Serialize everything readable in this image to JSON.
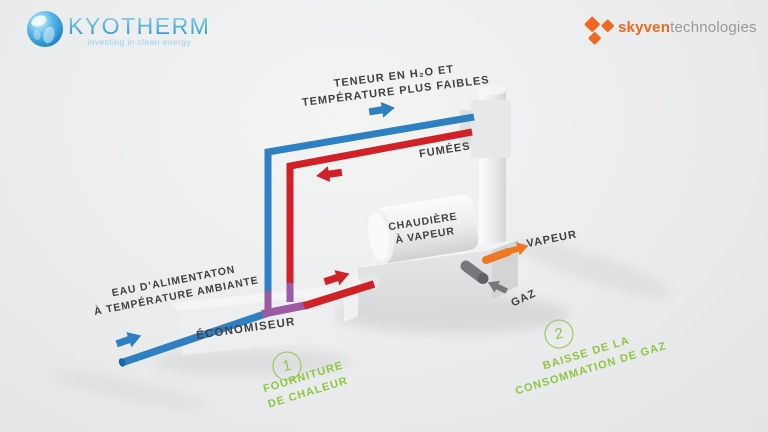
{
  "header": {
    "kyotherm": {
      "wordmark": "KYOTHERM",
      "tagline": "investing in clean energy"
    },
    "skyven": {
      "brand": "skyven",
      "suffix": "technologies"
    }
  },
  "diagram": {
    "top_note": {
      "line1": "TENEUR EN H₂O ET",
      "line2": "TEMPÉRATURE PLUS FAIBLES"
    },
    "fumees_label": "FUMÉES",
    "boiler_label": {
      "line1": "CHAUDIÈRE",
      "line2": "À VAPEUR"
    },
    "vapeur_label": "VAPEUR",
    "gaz_label": "GAZ",
    "economiseur_label": "ÉCONOMISEUR",
    "feedwater": {
      "line1": "EAU D’ALIMENTATON",
      "line2": "À TEMPÉRATURE AMBIANTE"
    },
    "step1": {
      "number": "1",
      "line1": "FOURNITURE",
      "line2": "DE CHALEUR"
    },
    "step2": {
      "number": "2",
      "line1": "BAISSE DE LA",
      "line2": "CONSOMMATION DE GAZ"
    }
  },
  "icons": {
    "kyotherm_globe": "globe",
    "skyven_diamonds": "three-diamonds",
    "cooled_flue_arrow": "arrow-right",
    "flue_arrow": "arrow-left",
    "feedwater_arrow": "arrow-right",
    "hot_water_arrow": "arrow-right",
    "steam_arrow": "arrow-right",
    "gas_arrow": "arrow-left"
  },
  "colors": {
    "pipe-cold": "#2f80c2",
    "pipe-hot": "#cf2127",
    "pipe-mix": "#9a5aa4",
    "steam": "#ee7723",
    "gas": "#77787b",
    "accent-green": "#8dc63f",
    "label-dark": "#414042",
    "kyotherm-blue": "#3ba0d8",
    "skyven-orange": "#f26722",
    "skyven-gray": "#97999c"
  }
}
